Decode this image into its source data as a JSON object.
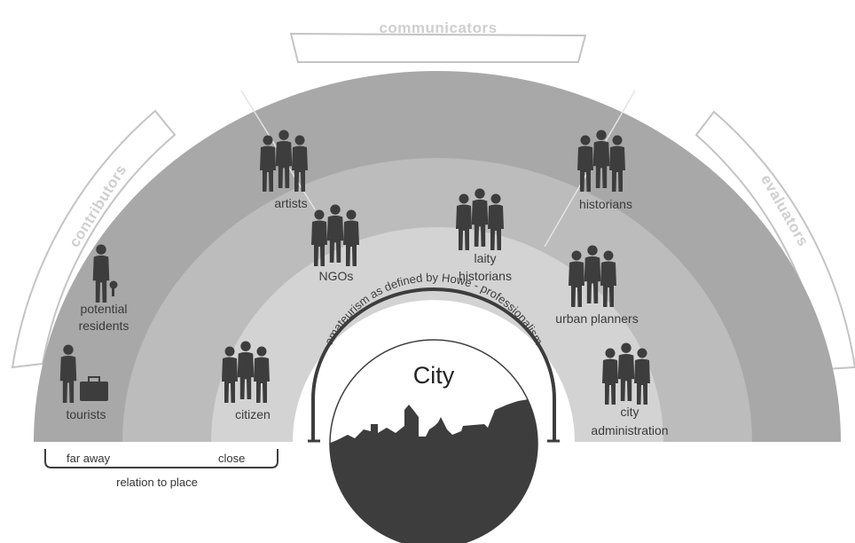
{
  "segments": {
    "contributors": "contributors",
    "communicators": "communicators",
    "evaluators": "evaluators"
  },
  "center": {
    "title": "City",
    "arc_label": "amateurism as defined by Howe - professionalism"
  },
  "groups": {
    "tourists": "tourists",
    "potential_residents_1": "potential",
    "potential_residents_2": "residents",
    "citizen": "citizen",
    "artists": "artists",
    "ngos": "NGOs",
    "laity_1": "laity",
    "laity_2": "historians",
    "historians": "historians",
    "urban_planners": "urban planners",
    "city_admin_1": "city",
    "city_admin_2": "administration"
  },
  "axis": {
    "far_away": "far away",
    "close": "close",
    "relation": "relation to place"
  },
  "colors": {
    "outer_ring": "#a8a8a8",
    "middle_ring": "#bcbcbc",
    "inner_ring": "#d3d3d3",
    "center_white": "#ffffff",
    "people": "#3d3d3d",
    "skyline": "#3d3d3d"
  }
}
